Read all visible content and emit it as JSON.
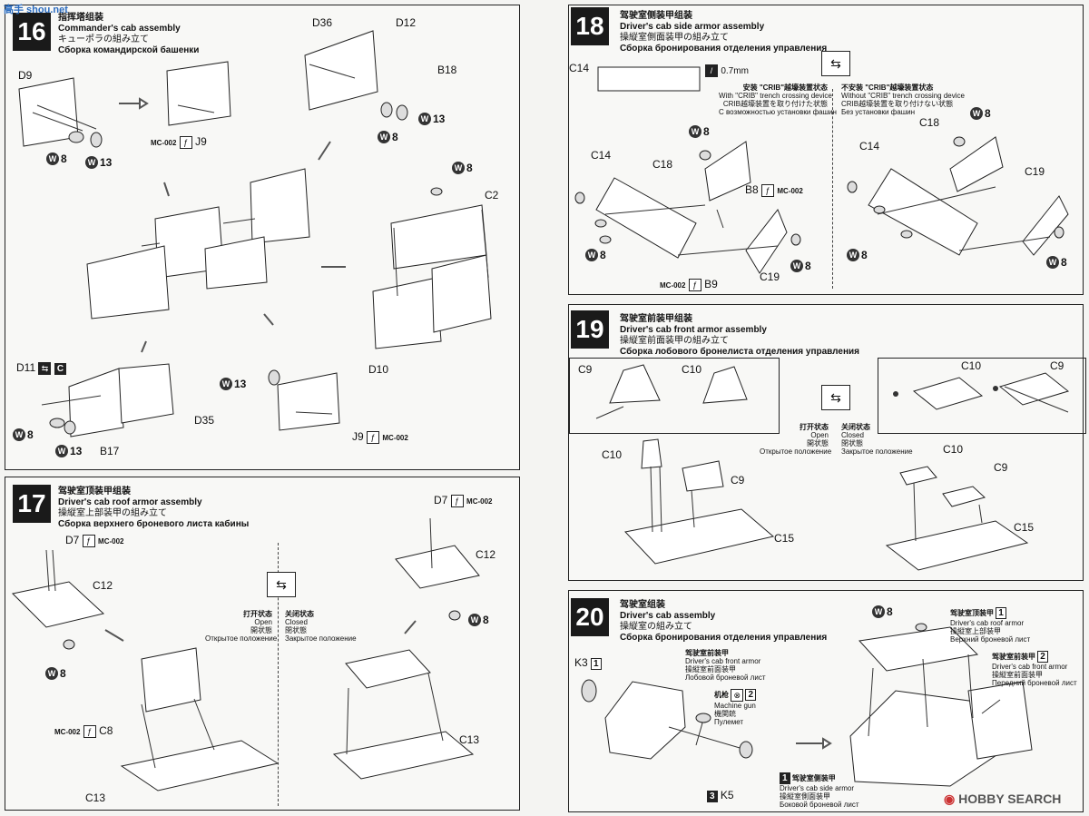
{
  "step16": {
    "num": "16",
    "title_cn": "指挥塔组装",
    "title_en": "Commander's cab assembly",
    "title_jp": "キューポラの組み立て",
    "title_ru": "Сборка командирской башенки"
  },
  "step17": {
    "num": "17",
    "title_cn": "驾驶室顶装甲组装",
    "title_en": "Driver's cab roof armor assembly",
    "title_jp": "操縦室上部装甲の組み立て",
    "title_ru": "Сборка верхнего броневого листа кабины"
  },
  "step18": {
    "num": "18",
    "title_cn": "驾驶室侧装甲组装",
    "title_en": "Driver's cab side armor assembly",
    "title_jp": "操縦室側面装甲の組み立て",
    "title_ru": "Сборка бронирования отделения управления"
  },
  "step19": {
    "num": "19",
    "title_cn": "驾驶室前装甲组装",
    "title_en": "Driver's cab front armor assembly",
    "title_jp": "操縦室前面装甲の組み立て",
    "title_ru": "Сборка лобового бронелиста отделения управления"
  },
  "step20": {
    "num": "20",
    "title_cn": "驾驶室组装",
    "title_en": "Driver's cab assembly",
    "title_jp": "操縦室の組み立て",
    "title_ru": "Сборка бронирования отделения управления"
  },
  "open_cn": "打开状态",
  "open_en": "Open",
  "open_jp": "開状態",
  "open_ru": "Открытое положение",
  "closed_cn": "关闭状态",
  "closed_en": "Closed",
  "closed_jp": "閉状態",
  "closed_ru": "Закрытое положение",
  "crib_with_cn": "安装 \"CRIB\"越壕装置状态",
  "crib_with_en": "With \"CRIB\" trench crossing device",
  "crib_with_jp": "CRIB越壕装置を取り付けた状態",
  "crib_with_ru": "С возможностью установки фашин",
  "crib_without_cn": "不安装 \"CRIB\"越壕装置状态",
  "crib_without_en": "Without \"CRIB\" trench crossing device",
  "crib_without_jp": "CRIB越壕装置を取り付けない状態",
  "crib_without_ru": "Без установки фашин",
  "thickness": "0.7mm",
  "mc": "MC-002",
  "w8": "8",
  "w13": "13",
  "wbadge": "W",
  "parts": {
    "D9": "D9",
    "J9": "J9",
    "D36": "D36",
    "D12": "D12",
    "B18": "B18",
    "C2": "C2",
    "D11": "D11",
    "C": "C",
    "D35": "D35",
    "B17": "B17",
    "D10": "D10",
    "D7": "D7",
    "C12": "C12",
    "C8": "C8",
    "C13": "C13",
    "C14": "C14",
    "C18": "C18",
    "B8": "B8",
    "B9": "B9",
    "C19": "C19",
    "C9": "C9",
    "C10": "C10",
    "C15": "C15",
    "K3": "K3",
    "K5": "K5"
  },
  "s20": {
    "front_cn": "驾驶室前装甲",
    "front_en": "Driver's cab front armor",
    "front_jp": "操縦室前面装甲",
    "front_ru": "Лобовой броневой лист",
    "mg_en": "Machine gun",
    "mg_jp": "機関銃",
    "mg_ru": "Пулемет",
    "mg_cn": "机枪",
    "side_cn": "驾驶室侧装甲",
    "side_en": "Driver's cab side armor",
    "side_jp": "操縦室側面装甲",
    "side_ru": "Боковой броневой лист",
    "roof_cn": "驾驶室顶装甲",
    "roof_en": "Driver's cab roof armor",
    "roof_jp": "操縦室上部装甲",
    "roof_ru": "Верхний броневой лист",
    "front2_cn": "驾驶室前装甲",
    "front2_en": "Driver's cab front armor",
    "front2_jp": "操縦室前面装甲",
    "front2_ru": "Передний броневой лист",
    "n1": "1",
    "n2": "2",
    "n3": "3"
  },
  "watermark_left": "高手 shou.net",
  "watermark_right": "HOBBY SEARCH"
}
